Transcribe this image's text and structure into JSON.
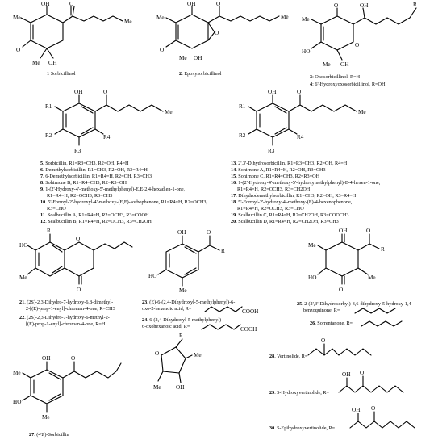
{
  "compounds": {
    "c1": {
      "num": "1",
      "name": "Sorbicillinol"
    },
    "c2": {
      "num": "2",
      "name": "Epoxysorbicillinol"
    },
    "c3": {
      "num": "3",
      "name": "Oxosorbicillinol, R=H"
    },
    "c4": {
      "num": "4",
      "name": "6'-Hydroxyoxosorbicillinol, R=OH"
    },
    "c5": {
      "num": "5",
      "name": "Sorbicillin, R1=R3=CH3, R2=OH, R4=H"
    },
    "c6": {
      "num": "6",
      "name": "Demethylsorbicillin, R1=CH3, R2=OH, R3=R4=H"
    },
    "c7": {
      "num": "7",
      "name": "6-Demethylsorbicillin, R1=R4=H, R2=OH, R3=CH3"
    },
    "c8": {
      "num": "8",
      "name": "Sohirnone B, R1=R4=CH3, R2=R3=OH"
    },
    "c9a": {
      "num": "9",
      "name": "1-(2'-Hydroxy-4'-methoxy-5'-methylphenyl)-E,E-2,4-hexadien-1-one,"
    },
    "c9b": {
      "name": "R1=R4=H, R2=OCH3, R3=CH3"
    },
    "c10a": {
      "num": "10",
      "name": "5'-Formyl-2'-hydroxyl-4'-methoxy-(E,E)-sorbophenone, R1=R4=H, R2=OCH3,"
    },
    "c10b": {
      "name": "R3=CHO"
    },
    "c11": {
      "num": "11",
      "name": "Scalbucillin A, R1=R4=H, R2=OCH3, R3=COOH"
    },
    "c12": {
      "num": "12",
      "name": "Scalbucillin B, R1=R4=H, R2=OCH3, R3=CH2OH"
    },
    "c13": {
      "num": "13",
      "name": "2',3'-Dihydrosorbicillin, R1=R3=CH3, R2=OH, R4=H"
    },
    "c14": {
      "num": "14",
      "name": "Sohirnone A, R1=R4=H, R2=OH, R3=CH3"
    },
    "c15": {
      "num": "15",
      "name": "Sohirnone C, R1=R4=CH3, R2=R3=OH"
    },
    "c16a": {
      "num": "16",
      "name": "1-(2'-Hydroxy-4'-methoxy-5'-hydroxymethylphenyl)-E-4-hexen-1-one,"
    },
    "c16b": {
      "name": "R1=R4=H, R2=OCH3, R3=CH2OH"
    },
    "c17": {
      "num": "17",
      "name": "Dihydrodemethylsorbicillin, R1=CH3, R2=OH, R3=R4=H"
    },
    "c18a": {
      "num": "18",
      "name": "5'-Formyl-2'-hydroxy-4'-methoxy-(E)-4-hexenophenone,"
    },
    "c18b": {
      "name": "R1=R4=H, R2=OCH3, R3=CHO"
    },
    "c19": {
      "num": "19",
      "name": "Scalbucillin C, R1=R4=H, R2=CH2OH, R3=COOCH3"
    },
    "c20": {
      "num": "20",
      "name": "Scalbucillin D, R1=R4=H, R2=CH2OH, R3=CH3"
    },
    "c21a": {
      "num": "21",
      "name": "(2S)-2,3-Dihydro-7-hydroxy-6,8-dimethyl-"
    },
    "c21b": {
      "name": "2-[(E)-prop-1-enyl]-chroman-4-one, R=CH3"
    },
    "c22a": {
      "num": "22",
      "name": "(2S)-2,3-Dihydro-7-hydroxy-6-methyl-2-"
    },
    "c22b": {
      "name": "[(E)-prop-1-enyl]-chroman-4-one, R=H"
    },
    "c23a": {
      "num": "23",
      "name": "(E)-6-(2,4-Dihydroxyl-5-methylphenyl)-6-"
    },
    "c23b": {
      "name": "oxo-2-hexenoic acid, R="
    },
    "c24a": {
      "num": "24",
      "name": "6-(2,4-Dihydroxyl-5-methylphenyl)-"
    },
    "c24b": {
      "name": "6-oxohexanoic acid, R="
    },
    "c25a": {
      "num": "25",
      "name": "2-(2',3'-Dihydrosorbyl)-3,6-dihydroxy-5-hydroxy-1,4-"
    },
    "c25b": {
      "name": "benzoquinone, R="
    },
    "c26": {
      "num": "26",
      "name": "Sorrentanone, R="
    },
    "c27": {
      "num": "27",
      "name": "(4'Z)-Sorbicillin"
    },
    "c28": {
      "num": "28",
      "name": "Vertinolide, R="
    },
    "c29": {
      "num": "29",
      "name": "5-Hydroxyvertinolide, R="
    },
    "c30": {
      "num": "30",
      "name": "5-Epihydroxyvertinolide, R="
    }
  },
  "atoms": {
    "OH": "OH",
    "O": "O",
    "Me": "Me",
    "R": "R",
    "HO": "HO",
    "H": "H",
    "R1": "R1",
    "R2": "R2",
    "R3": "R3",
    "R4": "R4",
    "COOH": "COOH",
    "Rsub": "R="
  }
}
